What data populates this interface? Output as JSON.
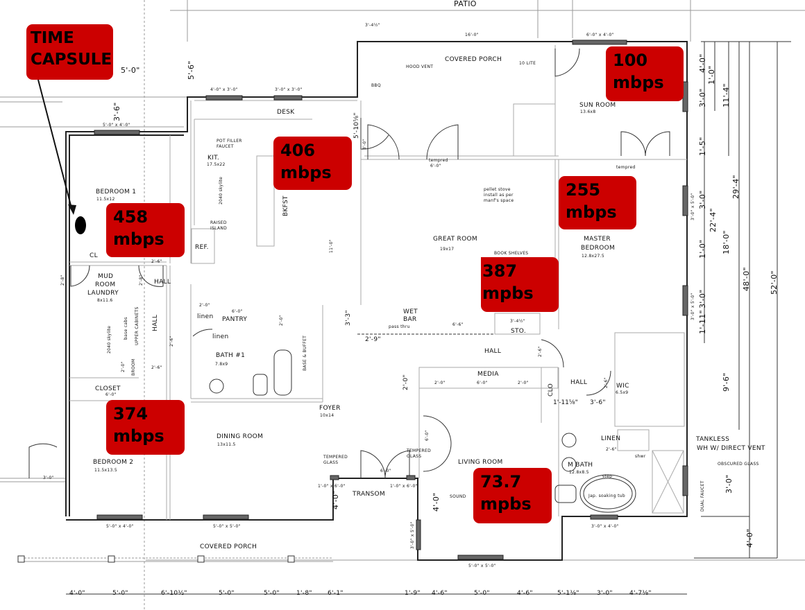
{
  "callouts": {
    "router": {
      "line1": "TIME",
      "line2": "CAPSULE"
    },
    "bedroom1": {
      "value": "458",
      "unit": "mbps"
    },
    "kitchen": {
      "value": "406",
      "unit": "mbps"
    },
    "sun_room": {
      "value": "100",
      "unit": "mbps"
    },
    "master_bedroom": {
      "value": "255",
      "unit": "mbps"
    },
    "great_room": {
      "value": "387",
      "unit": "mpbs"
    },
    "bedroom2": {
      "value": "374",
      "unit": "mbps"
    },
    "living_room": {
      "value": "73.7",
      "unit": "mpbs"
    },
    "color": "#cc0000"
  },
  "rooms": {
    "patio": "PATIO",
    "covered_porch_back": "COVERED PORCH",
    "ten_lite": "10 LITE",
    "hood_vent": "HOOD VENT",
    "bbq": "BBQ",
    "desk": "DESK",
    "sun_room": "SUN ROOM",
    "sun_room_size": "13.6x8",
    "pot_filler": "POT FILLER",
    "faucet": "FAUCET",
    "kit": "KIT.",
    "kit_size": "17.5x22",
    "raised": "RAISED",
    "island": "ISLAND",
    "bkfst": "BKFST",
    "ref": "REF.",
    "skylite1": "2040 skylite",
    "tempred1": "tempred",
    "tempred1_dim": "6'-0\"",
    "tempred2": "tempred",
    "pellet1": "pellet stove",
    "pellet2": "install as per",
    "pellet3": "manf's space",
    "great_room": "GREAT ROOM",
    "great_room_size": "19x17",
    "book_shelves": "BOOK SHELVES",
    "master": "MASTER",
    "bedroom": "BEDROOM",
    "master_size": "12.8x27.5",
    "bedroom1": "BEDROOM 1",
    "bedroom1_size": "11.5x12",
    "clo1": "CL",
    "hall1": "HALL",
    "mud": "MUD",
    "room": "ROOM",
    "laundry": "LAUNDRY",
    "laundry_size": "8x11.6",
    "skylite2": "2040 skylite",
    "base_cabs": "base cabs",
    "upper_cabinets": "UPPER CABINETS",
    "broom": "BROOM",
    "hall2": "HALL",
    "linen1": "linen",
    "pantry": "PANTRY",
    "pantry_dim": "6'-0\"",
    "linen2": "linen",
    "bath1": "BATH #1",
    "bath1_size": "7.8x9",
    "base_buffet": "BASE & BUFFET",
    "closet": "CLOSET",
    "closet_dim": "6'-0\"",
    "bedroom2": "BEDROOM 2",
    "bedroom2_size": "11.5x13.5",
    "dining": "DINING ROOM",
    "dining_size": "13x11.5",
    "foyer": "FOYER",
    "foyer_size": "10x14",
    "wet": "WET",
    "bar": "BAR",
    "pass_thru": "pass thru",
    "sto": "STO.",
    "hall3": "HALL",
    "media": "MEDIA",
    "clo2": "CLO",
    "hall4": "HALL",
    "wic": "WIC",
    "wic_size": "6.5x9",
    "linen3": "LINEN",
    "tankless1": "TANKLESS",
    "tankless2": "WH W/ DIRECT VENT",
    "obscured": "OBSCURED GLASS",
    "dual_faucet": "DUAL FAUCET",
    "living": "LIVING ROOM",
    "sound": "SOUND",
    "mbath": "M BATH",
    "mbath_size": "12.8x8.5",
    "tub": "Jap. soaking tub",
    "step": "step",
    "shwr": "shwr",
    "tempered_l": "TEMPERED",
    "glass_l": "GLASS",
    "tempered_r": "TEMPERED",
    "glass_r": "GLASS",
    "transom": "TRANSOM",
    "covered_porch_front": "COVERED PORCH"
  },
  "dimensions": {
    "top_a": "3'-4½\"",
    "top_b": "16'-0\"",
    "win_sun": "6'-0\" x 4'-0\"",
    "d5_0": "5'-0\"",
    "d5_6": "5'-6\"",
    "d3_6": "3'-6\"",
    "win_bed1": "5'-0\" x 4'-0\"",
    "win_kit1": "4'-0\" x 3'-0\"",
    "win_kit2": "3'-0\" x 3'-0\"",
    "d5_10": "5'-10⅝\"",
    "d3_0a": "3'-0\"",
    "d11_0": "11'-0\"",
    "d2_6a": "2'-6\"",
    "d2_8a": "2'-8\"",
    "d2_8b": "2'-8\"",
    "d2_0a": "2'-0\"",
    "d2_0b": "2'-0\"",
    "d2_6b": "2'-6\"",
    "d2_6c": "2'-6\"",
    "d2_0c": "2'-0\"",
    "d3_3": "3'-3\"",
    "d2_9": "2'-9\"",
    "d6_6": "6'-6\"",
    "d3_4b": "3'-4½\"",
    "d2_6d": "2'-6\"",
    "d2_0m": "2'-0\"",
    "media_a": "2'-0\"",
    "media_b": "6'-0\"",
    "media_c": "2'-0\"",
    "d1_11": "1'-11⅝\"",
    "d3_6b": "3'-6\"",
    "d2_6e": "2'-6\"",
    "d2_6f": "2'-6\"",
    "d6_0door": "6'-0\"",
    "d6_0f": "6'-0\"",
    "d1x6a": "1'-0\" x 6'-0\"",
    "d1x6b": "1'-0\" x 6'-0\"",
    "d4_0a": "4'-0\"",
    "d4_0b": "4'-0\"",
    "d3x5": "3'-0\" x 5'-0\"",
    "d3_0door": "3'-0\"",
    "win_b2": "5'-0\" x 4'-0\"",
    "win_din": "5'-0\" x 5'-0\"",
    "win_liv": "5'-0\" x 5'-0\"",
    "win_mb": "3'-0\" x 4'-0\"",
    "bottom": [
      "4'-0\"",
      "5'-0\"",
      "6'-10½\"",
      "5'-0\"",
      "5'-0\"",
      "1'-8\"",
      "6'-1\"",
      "1'-9\"",
      "4'-6\"",
      "5'-0\"",
      "4'-6\"",
      "5'-1⅛\"",
      "3'-0\"",
      "4'-7⅛\""
    ],
    "right": [
      "4'-0\"",
      "1'-0\"",
      "11'-4\"",
      "3'-0\"",
      "1'-5\"",
      "29'-4\"",
      "3'-0\"",
      "22'-4\"",
      "18'-0\"",
      "1'-0\"",
      "48'-0\"",
      "3'-0\"",
      "1'-11\"",
      "52'-0\"",
      "9'-6\"",
      "3'-0\"",
      "4'-0\""
    ],
    "win_mbr1": "3'-0\" x 5'-0\"",
    "win_mbr2": "3'-0\" x 5'-0\""
  }
}
